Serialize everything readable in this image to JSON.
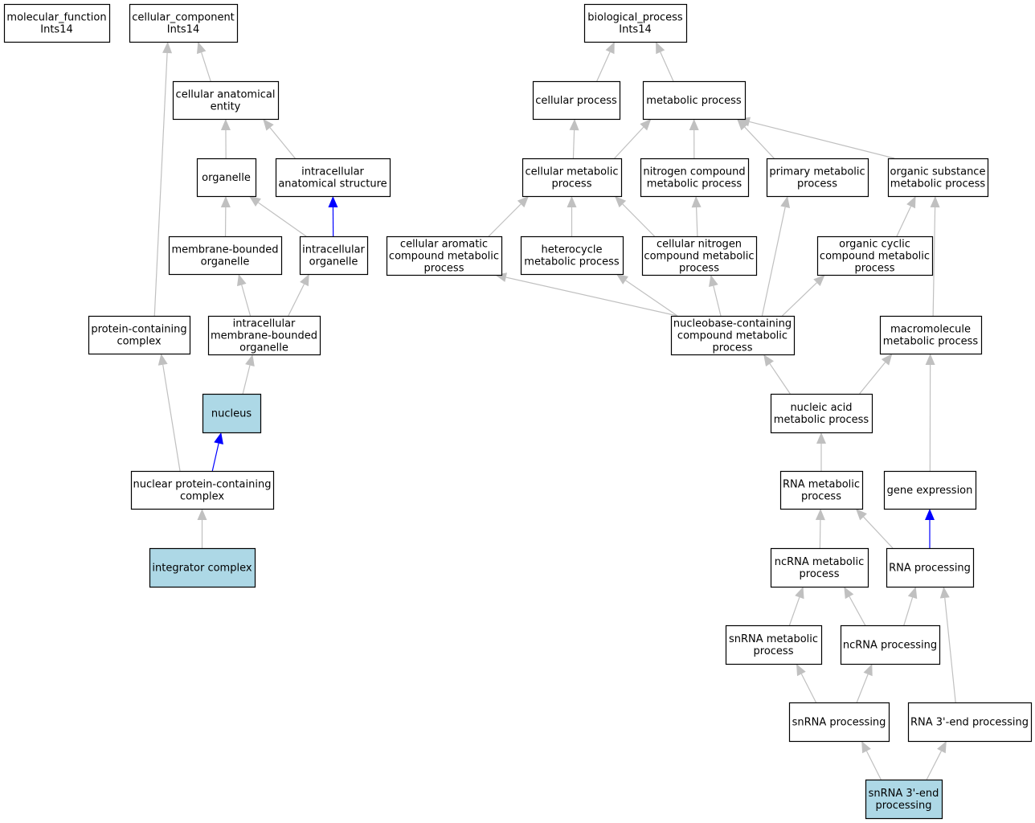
{
  "graph": {
    "colors": {
      "background": "#ffffff",
      "node_fill": "#ffffff",
      "highlight_fill": "#add8e6",
      "node_stroke": "#000000",
      "edge_gray": "#c0c0c0",
      "edge_blue": "#0000ff"
    },
    "nodes": [
      {
        "id": "mf",
        "lines": [
          "molecular_function",
          "Ints14"
        ],
        "highlight": false
      },
      {
        "id": "cc",
        "lines": [
          "cellular_component",
          "Ints14"
        ],
        "highlight": false
      },
      {
        "id": "bp",
        "lines": [
          "biological_process",
          "Ints14"
        ],
        "highlight": false
      },
      {
        "id": "cae",
        "lines": [
          "cellular anatomical",
          "entity"
        ],
        "highlight": false
      },
      {
        "id": "cp",
        "lines": [
          "cellular process"
        ],
        "highlight": false
      },
      {
        "id": "mp",
        "lines": [
          "metabolic process"
        ],
        "highlight": false
      },
      {
        "id": "org",
        "lines": [
          "organelle"
        ],
        "highlight": false
      },
      {
        "id": "ias",
        "lines": [
          "intracellular",
          "anatomical structure"
        ],
        "highlight": false
      },
      {
        "id": "cmp",
        "lines": [
          "cellular metabolic",
          "process"
        ],
        "highlight": false
      },
      {
        "id": "ncmp",
        "lines": [
          "nitrogen compound",
          "metabolic process"
        ],
        "highlight": false
      },
      {
        "id": "pmp",
        "lines": [
          "primary metabolic",
          "process"
        ],
        "highlight": false
      },
      {
        "id": "osmp",
        "lines": [
          "organic substance",
          "metabolic process"
        ],
        "highlight": false
      },
      {
        "id": "mbo",
        "lines": [
          "membrane-bounded",
          "organelle"
        ],
        "highlight": false
      },
      {
        "id": "io",
        "lines": [
          "intracellular",
          "organelle"
        ],
        "highlight": false
      },
      {
        "id": "cacmp",
        "lines": [
          "cellular aromatic",
          "compound metabolic",
          "process"
        ],
        "highlight": false
      },
      {
        "id": "hmp",
        "lines": [
          "heterocycle",
          "metabolic process"
        ],
        "highlight": false
      },
      {
        "id": "cncmp",
        "lines": [
          "cellular nitrogen",
          "compound metabolic",
          "process"
        ],
        "highlight": false
      },
      {
        "id": "occmp",
        "lines": [
          "organic cyclic",
          "compound metabolic",
          "process"
        ],
        "highlight": false
      },
      {
        "id": "pcc",
        "lines": [
          "protein-containing",
          "complex"
        ],
        "highlight": false
      },
      {
        "id": "imbo",
        "lines": [
          "intracellular",
          "membrane-bounded",
          "organelle"
        ],
        "highlight": false
      },
      {
        "id": "nbccmp",
        "lines": [
          "nucleobase-containing",
          "compound metabolic",
          "process"
        ],
        "highlight": false
      },
      {
        "id": "mmp",
        "lines": [
          "macromolecule",
          "metabolic process"
        ],
        "highlight": false
      },
      {
        "id": "nuc",
        "lines": [
          "nucleus"
        ],
        "highlight": true
      },
      {
        "id": "namp",
        "lines": [
          "nucleic acid",
          "metabolic process"
        ],
        "highlight": false
      },
      {
        "id": "npcc",
        "lines": [
          "nuclear protein-containing",
          "complex"
        ],
        "highlight": false
      },
      {
        "id": "rmp",
        "lines": [
          "RNA metabolic",
          "process"
        ],
        "highlight": false
      },
      {
        "id": "ge",
        "lines": [
          "gene expression"
        ],
        "highlight": false
      },
      {
        "id": "ic",
        "lines": [
          "integrator complex"
        ],
        "highlight": true
      },
      {
        "id": "ncrmp",
        "lines": [
          "ncRNA metabolic",
          "process"
        ],
        "highlight": false
      },
      {
        "id": "rp",
        "lines": [
          "RNA processing"
        ],
        "highlight": false
      },
      {
        "id": "snmp",
        "lines": [
          "snRNA metabolic",
          "process"
        ],
        "highlight": false
      },
      {
        "id": "ncp",
        "lines": [
          "ncRNA processing"
        ],
        "highlight": false
      },
      {
        "id": "snp",
        "lines": [
          "snRNA processing"
        ],
        "highlight": false
      },
      {
        "id": "r3p",
        "lines": [
          "RNA 3'-end processing"
        ],
        "highlight": false
      },
      {
        "id": "sn3p",
        "lines": [
          "snRNA 3'-end",
          "processing"
        ],
        "highlight": true
      }
    ],
    "edges": [
      {
        "from": "cae",
        "to": "cc",
        "color": "gray"
      },
      {
        "from": "pcc",
        "to": "cc",
        "color": "gray"
      },
      {
        "from": "cp",
        "to": "bp",
        "color": "gray"
      },
      {
        "from": "mp",
        "to": "bp",
        "color": "gray"
      },
      {
        "from": "org",
        "to": "cae",
        "color": "gray"
      },
      {
        "from": "ias",
        "to": "cae",
        "color": "gray"
      },
      {
        "from": "cmp",
        "to": "cp",
        "color": "gray"
      },
      {
        "from": "cmp",
        "to": "mp",
        "color": "gray"
      },
      {
        "from": "ncmp",
        "to": "mp",
        "color": "gray"
      },
      {
        "from": "pmp",
        "to": "mp",
        "color": "gray"
      },
      {
        "from": "osmp",
        "to": "mp",
        "color": "gray"
      },
      {
        "from": "mbo",
        "to": "org",
        "color": "gray"
      },
      {
        "from": "io",
        "to": "org",
        "color": "gray"
      },
      {
        "from": "io",
        "to": "ias",
        "color": "blue"
      },
      {
        "from": "cacmp",
        "to": "cmp",
        "color": "gray"
      },
      {
        "from": "hmp",
        "to": "cmp",
        "color": "gray"
      },
      {
        "from": "cncmp",
        "to": "cmp",
        "color": "gray"
      },
      {
        "from": "cncmp",
        "to": "ncmp",
        "color": "gray"
      },
      {
        "from": "occmp",
        "to": "osmp",
        "color": "gray"
      },
      {
        "from": "imbo",
        "to": "mbo",
        "color": "gray"
      },
      {
        "from": "imbo",
        "to": "io",
        "color": "gray"
      },
      {
        "from": "nbccmp",
        "to": "cacmp",
        "color": "gray"
      },
      {
        "from": "nbccmp",
        "to": "hmp",
        "color": "gray"
      },
      {
        "from": "nbccmp",
        "to": "cncmp",
        "color": "gray"
      },
      {
        "from": "nbccmp",
        "to": "pmp",
        "color": "gray"
      },
      {
        "from": "nbccmp",
        "to": "occmp",
        "color": "gray"
      },
      {
        "from": "mmp",
        "to": "osmp",
        "color": "gray"
      },
      {
        "from": "nuc",
        "to": "imbo",
        "color": "gray"
      },
      {
        "from": "namp",
        "to": "nbccmp",
        "color": "gray"
      },
      {
        "from": "namp",
        "to": "mmp",
        "color": "gray"
      },
      {
        "from": "npcc",
        "to": "pcc",
        "color": "gray"
      },
      {
        "from": "npcc",
        "to": "nuc",
        "color": "blue"
      },
      {
        "from": "rmp",
        "to": "namp",
        "color": "gray"
      },
      {
        "from": "ge",
        "to": "mmp",
        "color": "gray"
      },
      {
        "from": "ic",
        "to": "npcc",
        "color": "gray"
      },
      {
        "from": "ncrmp",
        "to": "rmp",
        "color": "gray"
      },
      {
        "from": "rp",
        "to": "rmp",
        "color": "gray"
      },
      {
        "from": "rp",
        "to": "ge",
        "color": "blue"
      },
      {
        "from": "snmp",
        "to": "ncrmp",
        "color": "gray"
      },
      {
        "from": "ncp",
        "to": "ncrmp",
        "color": "gray"
      },
      {
        "from": "ncp",
        "to": "rp",
        "color": "gray"
      },
      {
        "from": "snp",
        "to": "snmp",
        "color": "gray"
      },
      {
        "from": "snp",
        "to": "ncp",
        "color": "gray"
      },
      {
        "from": "r3p",
        "to": "rp",
        "color": "gray"
      },
      {
        "from": "sn3p",
        "to": "snp",
        "color": "gray"
      },
      {
        "from": "sn3p",
        "to": "r3p",
        "color": "gray"
      }
    ]
  }
}
